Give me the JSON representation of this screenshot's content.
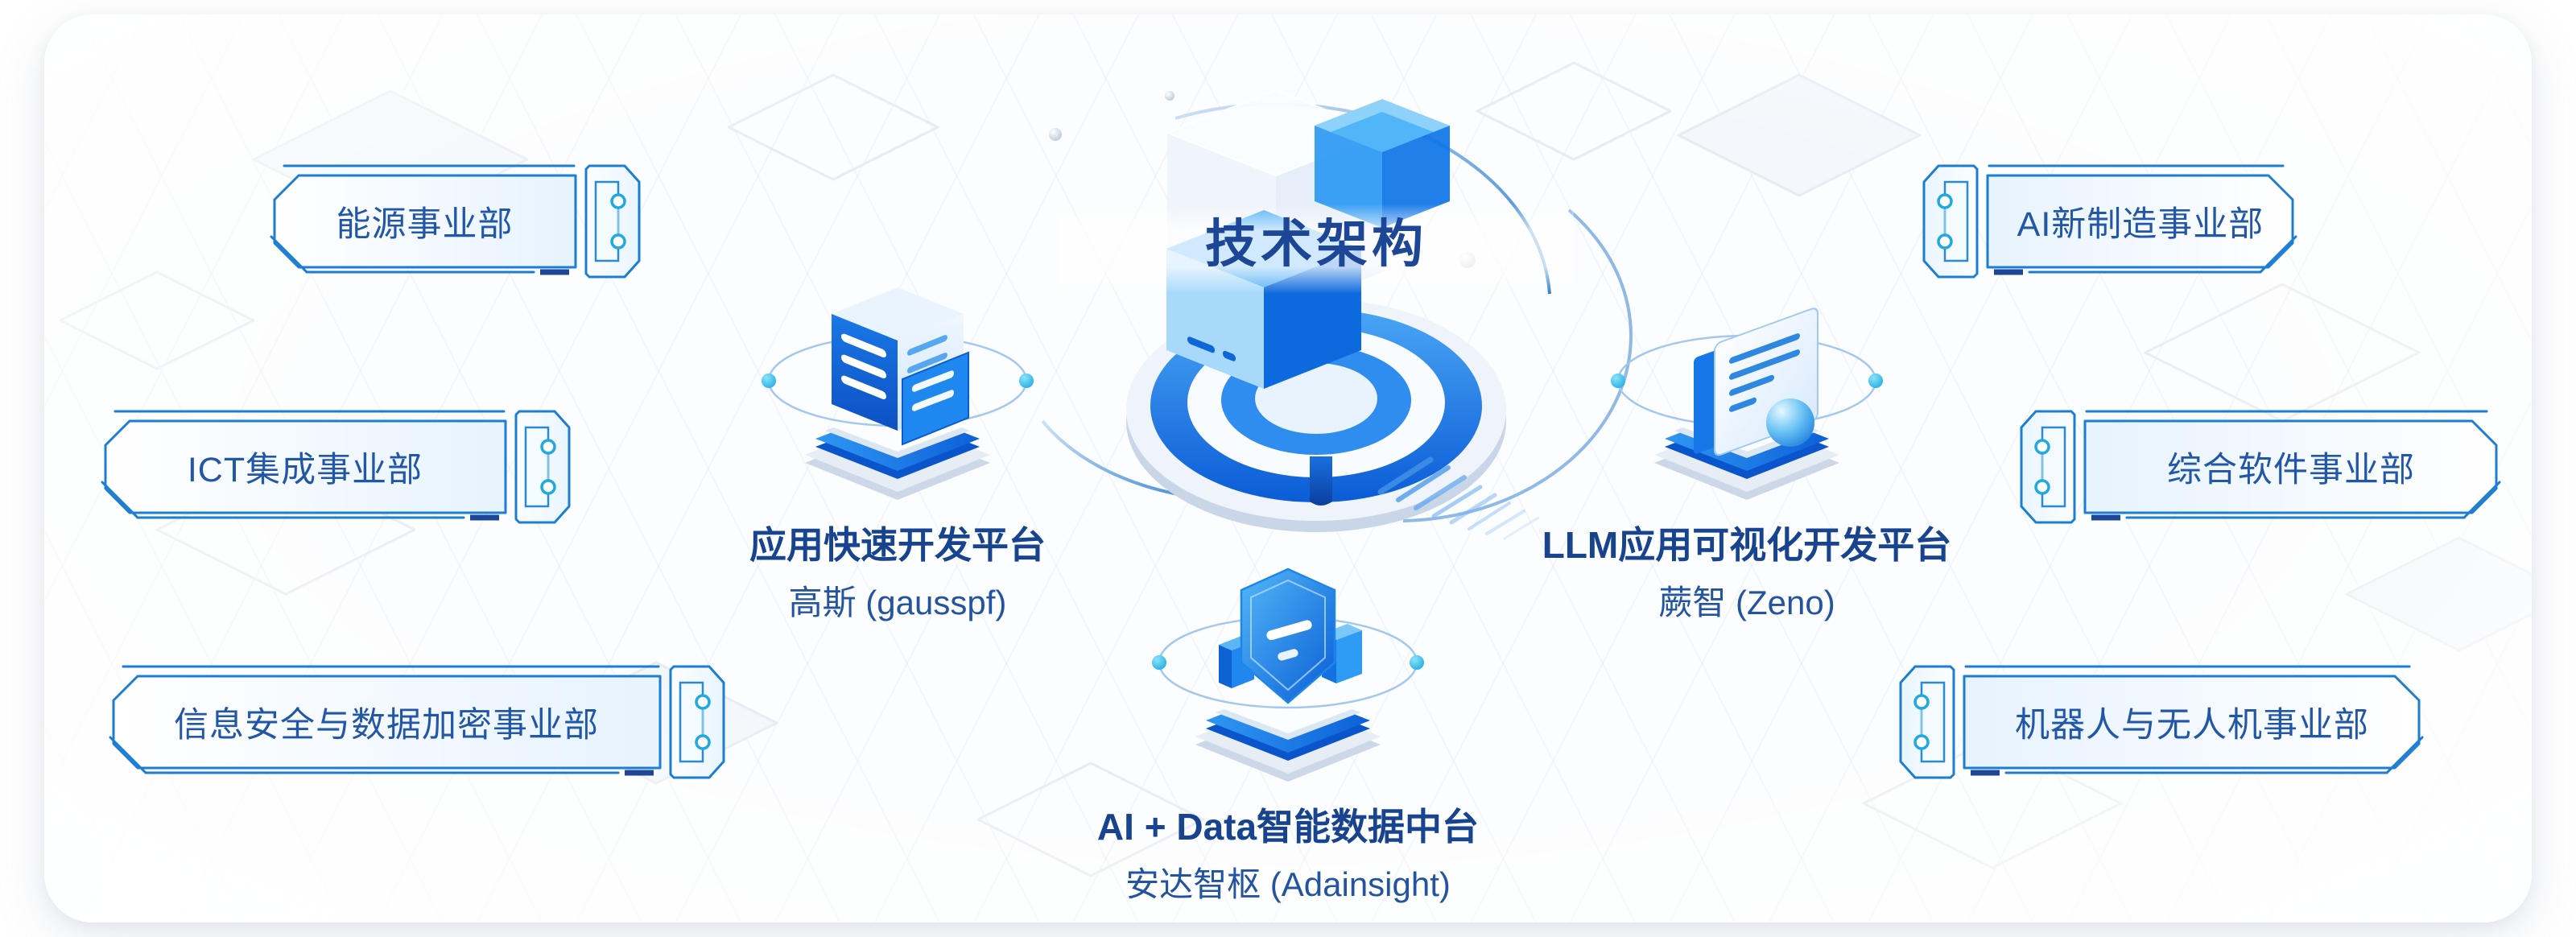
{
  "center": {
    "title": "技术架构",
    "illustration": "cube-stack-on-disc-illustration"
  },
  "platforms": [
    {
      "title": "应用快速开发平台",
      "subtitle": "高斯 (gausspf)",
      "icon": "server-stack-icon"
    },
    {
      "title": "LLM应用可视化开发平台",
      "subtitle": "蕨智 (Zeno)",
      "icon": "document-report-icon"
    },
    {
      "title": "AI + Data智能数据中台",
      "subtitle": "安达智枢 (Adainsight)",
      "icon": "data-shield-icon"
    }
  ],
  "business_units": {
    "left": [
      "能源事业部",
      "ICT集成事业部",
      "信息安全与数据加密事业部"
    ],
    "right": [
      "AI新制造事业部",
      "综合软件事业部",
      "机器人与无人机事业部"
    ]
  },
  "colors": {
    "frame_blue": "#1b7ed2",
    "title_navy": "#1d4796",
    "unit_text_blue": "#2257a8",
    "accent_cyan": "#1fa9e2"
  }
}
